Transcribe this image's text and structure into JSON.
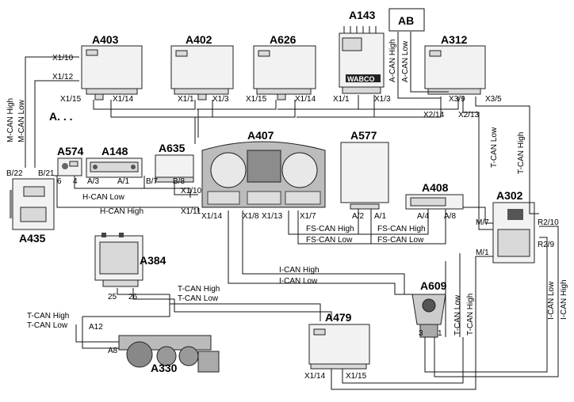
{
  "components": {
    "a403": "A403",
    "a402": "A402",
    "a626": "A626",
    "a143": "A143",
    "ab": "AB",
    "a312": "A312",
    "a574": "A574",
    "a148": "A148",
    "a635": "A635",
    "a407": "A407",
    "a577": "A577",
    "a408": "A408",
    "a302": "A302",
    "a435": "A435",
    "a384": "A384",
    "a609": "A609",
    "a479": "A479",
    "a330": "A330",
    "ellipsis": "A. . .",
    "wabco": "WABCO"
  },
  "signals": {
    "m_can_high": "M-CAN High",
    "m_can_low": "M-CAN Low",
    "a_can_high": "A-CAN High",
    "a_can_low": "A-CAN Low",
    "t_can_high": "T-CAN High",
    "t_can_low": "T-CAN Low",
    "h_can_high": "H-CAN High",
    "h_can_low": "H-CAN Low",
    "fs_can_high": "FS-CAN High",
    "fs_can_low": "FS-CAN Low",
    "i_can_high": "I-CAN High",
    "i_can_low": "I-CAN Low"
  },
  "pins": {
    "x1_10": "X1/10",
    "x1_12": "X1/12",
    "x1_15": "X1/15",
    "x1_14": "X1/14",
    "x1_1": "X1/1",
    "x1_3": "X1/3",
    "x3_9": "X3/9",
    "x3_5": "X3/5",
    "x2_14": "X2/14",
    "x2_13": "X2/13",
    "b22": "B/22",
    "b21": "B/21",
    "p6": "6",
    "p4": "4",
    "a3": "A/3",
    "a1": "A/1",
    "b7": "B/7",
    "b8": "B/8",
    "x1_11": "X1/11",
    "x1_8": "X1/8",
    "x1_13": "X1/13",
    "x1_7": "X1/7",
    "a2": "A/2",
    "a4": "A/4",
    "a8": "A/8",
    "m7": "M/7",
    "m1": "M/1",
    "r2_10": "R2/10",
    "r2_9": "R2/9",
    "p25": "25",
    "p26": "26",
    "a12": "A12",
    "a8s": "A8",
    "p3": "3",
    "p1": "1"
  }
}
